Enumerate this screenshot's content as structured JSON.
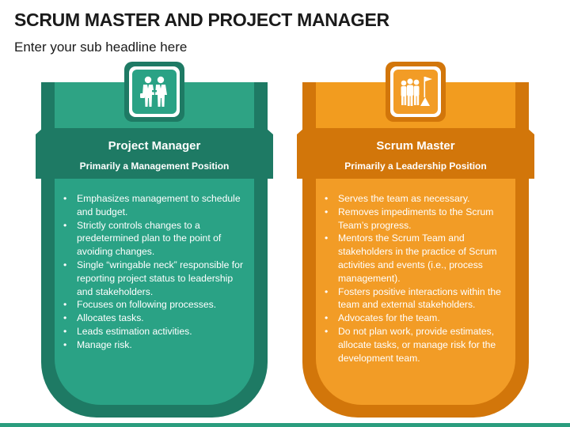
{
  "header": {
    "title": "SCRUM MASTER AND PROJECT MANAGER",
    "subtitle": "Enter your sub headline here"
  },
  "colors": {
    "green_dark": "#1e7a64",
    "green_light": "#2aa285",
    "orange_dark": "#d2760a",
    "orange_light": "#f29c26",
    "accent_bar": "#2a9d7e"
  },
  "cards": [
    {
      "icon": "business-people-icon",
      "title": "Project Manager",
      "subtitle": "Primarily a Management Position",
      "items": [
        "Emphasizes management to schedule and budget.",
        "Strictly controls changes to a predetermined plan to the point of avoiding changes.",
        "Single “wringable neck” responsible for reporting project status to leadership and stakeholders.",
        "Focuses on following processes.",
        "Allocates tasks.",
        "Leads estimation activities.",
        "Manage risk."
      ]
    },
    {
      "icon": "team-flag-icon",
      "title": "Scrum Master",
      "subtitle": "Primarily a Leadership Position",
      "items": [
        "Serves the team as necessary.",
        "Removes impediments to the Scrum Team’s progress.",
        "Mentors the Scrum Team and stakeholders in the practice of Scrum activities and events (i.e., process management).",
        "Fosters positive interactions within the team and external stakeholders.",
        "Advocates for the team.",
        "Do not plan work, provide estimates, allocate tasks, or manage risk for the development team."
      ]
    }
  ]
}
